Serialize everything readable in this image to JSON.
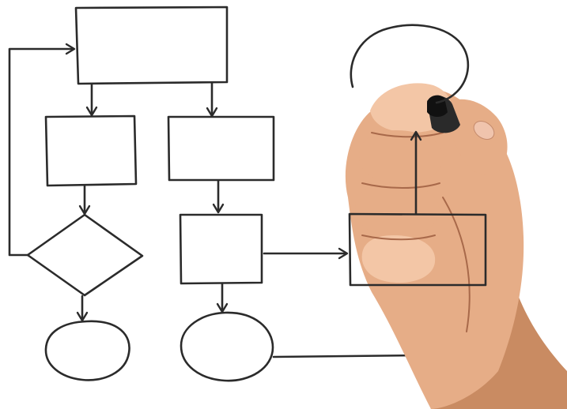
{
  "scene": {
    "background_color": "#ffffff",
    "ink_color": "#2b2b2b",
    "skin_color": "#e6ad87",
    "marker_color": "#111111"
  },
  "flowchart": {
    "shapes": [
      {
        "name": "top-process-box",
        "kind": "rectangle"
      },
      {
        "name": "left-process-box",
        "kind": "rectangle"
      },
      {
        "name": "middle-process-box",
        "kind": "rectangle"
      },
      {
        "name": "decision-diamond",
        "kind": "diamond"
      },
      {
        "name": "middle-lower-process-box",
        "kind": "rectangle"
      },
      {
        "name": "left-terminal-oval",
        "kind": "oval"
      },
      {
        "name": "middle-terminal-oval",
        "kind": "oval"
      },
      {
        "name": "right-process-box",
        "kind": "rectangle"
      },
      {
        "name": "top-right-terminal-oval",
        "kind": "oval"
      }
    ]
  }
}
